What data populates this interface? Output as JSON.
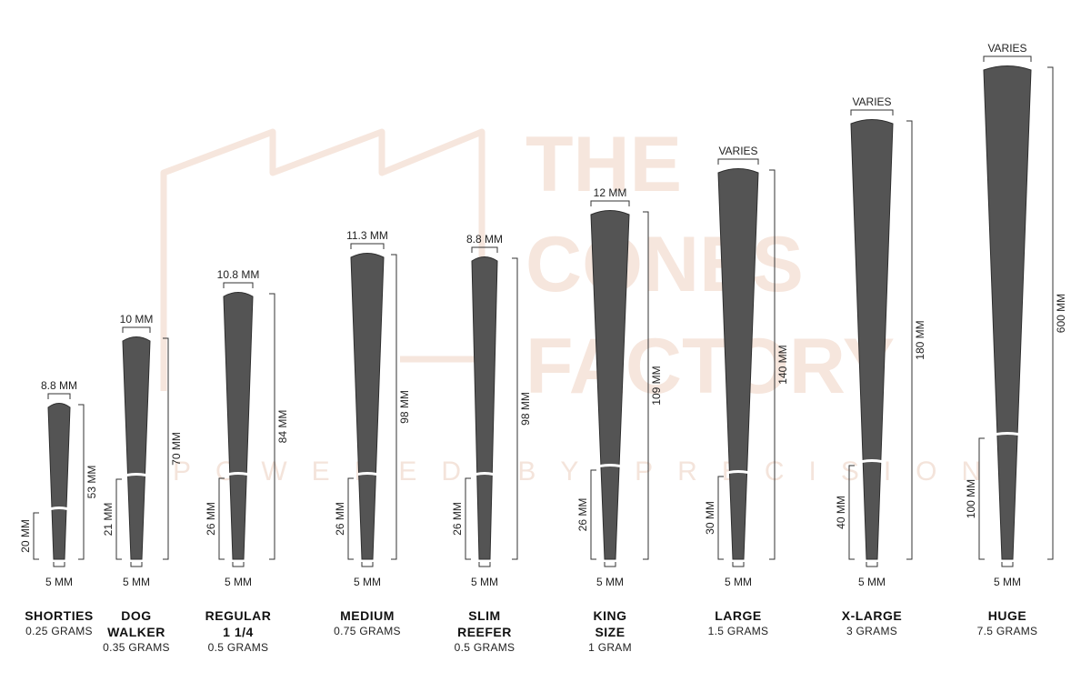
{
  "watermark": {
    "line1": "THE",
    "line2": "CONES",
    "line3": "FACTORY",
    "tagline": "POWERED BY PRECISION",
    "color": "#f6e6dd"
  },
  "colors": {
    "cone": "#545454",
    "cone_edge": "#2e2e2e",
    "dimension_line": "#333333",
    "text": "#111111"
  },
  "cones": [
    {
      "id": "shorties",
      "name_lines": [
        "SHORTIES"
      ],
      "weight": "0.25 GRAMS",
      "top": "8.8 MM",
      "length": "53 MM",
      "filter": "20 MM",
      "tip": "5 MM"
    },
    {
      "id": "dog-walker",
      "name_lines": [
        "DOG",
        "WALKER"
      ],
      "weight": "0.35 GRAMS",
      "top": "10 MM",
      "length": "70 MM",
      "filter": "21 MM",
      "tip": "5 MM"
    },
    {
      "id": "regular",
      "name_lines": [
        "REGULAR",
        "1 1/4"
      ],
      "weight": "0.5 GRAMS",
      "top": "10.8 MM",
      "length": "84 MM",
      "filter": "26 MM",
      "tip": "5 MM"
    },
    {
      "id": "medium",
      "name_lines": [
        "MEDIUM"
      ],
      "weight": "0.75 GRAMS",
      "top": "11.3 MM",
      "length": "98 MM",
      "filter": "26 MM",
      "tip": "5 MM"
    },
    {
      "id": "slim-reefer",
      "name_lines": [
        "SLIM",
        "REEFER"
      ],
      "weight": "0.5 GRAMS",
      "top": "8.8 MM",
      "length": "98 MM",
      "filter": "26 MM",
      "tip": "5 MM"
    },
    {
      "id": "king-size",
      "name_lines": [
        "KING",
        "SIZE"
      ],
      "weight": "1 GRAM",
      "top": "12 MM",
      "length": "109 MM",
      "filter": "26 MM",
      "tip": "5 MM"
    },
    {
      "id": "large",
      "name_lines": [
        "LARGE"
      ],
      "weight": "1.5 GRAMS",
      "top": "VARIES",
      "length": "140 MM",
      "filter": "30 MM",
      "tip": "5 MM"
    },
    {
      "id": "x-large",
      "name_lines": [
        "X-LARGE"
      ],
      "weight": "3 GRAMS",
      "top": "VARIES",
      "length": "180 MM",
      "filter": "40 MM",
      "tip": "5 MM"
    },
    {
      "id": "huge",
      "name_lines": [
        "HUGE"
      ],
      "weight": "7.5 GRAMS",
      "top": "VARIES",
      "length": "600 MM",
      "filter": "100 MM",
      "tip": "5 MM"
    }
  ]
}
